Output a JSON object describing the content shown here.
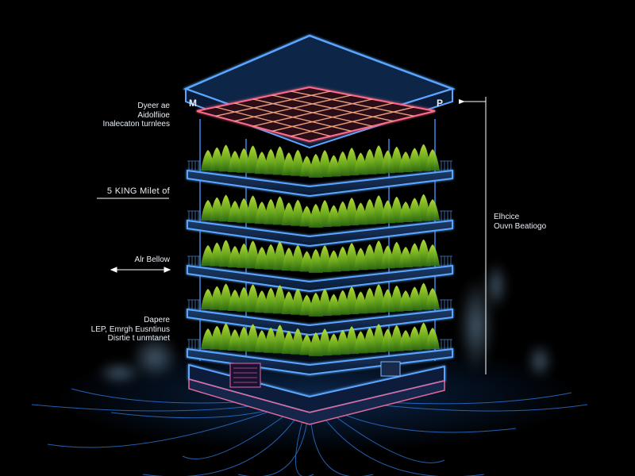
{
  "labels": {
    "top_left": [
      "Dyeer ae",
      "Aidolfiioe",
      "Inalecaton turnlees"
    ],
    "mid_left_1": "5 KING Milet of",
    "mid_left_2": "Alr Bellow",
    "bottom_left": [
      "Dapere",
      "LEP, Emrgh Eusntinus",
      "Disrtie t unmtanet"
    ],
    "right": [
      "Elhcice",
      "Ouvn Beatiogo"
    ],
    "corner_m": "M",
    "corner_p": "P"
  },
  "colors": {
    "background": "#000000",
    "frame": "#3a7fd6",
    "frame_glow": "#6fb6ff",
    "grow_light": "#ff6a8a",
    "grow_light_warm": "#ffb08a",
    "plant_dark": "#2f6b12",
    "plant_light": "#9bd42b",
    "ground_line": "#1f8fff",
    "mist": "#4d6f8a"
  },
  "tiers": 5
}
